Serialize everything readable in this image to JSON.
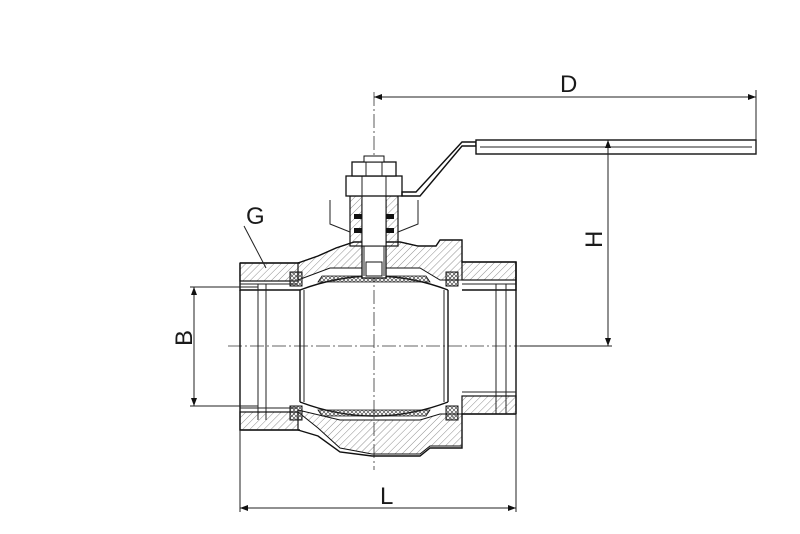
{
  "drawing": {
    "dimension_labels": {
      "D": "D",
      "H": "H",
      "G": "G",
      "B": "B",
      "L": "L"
    }
  }
}
